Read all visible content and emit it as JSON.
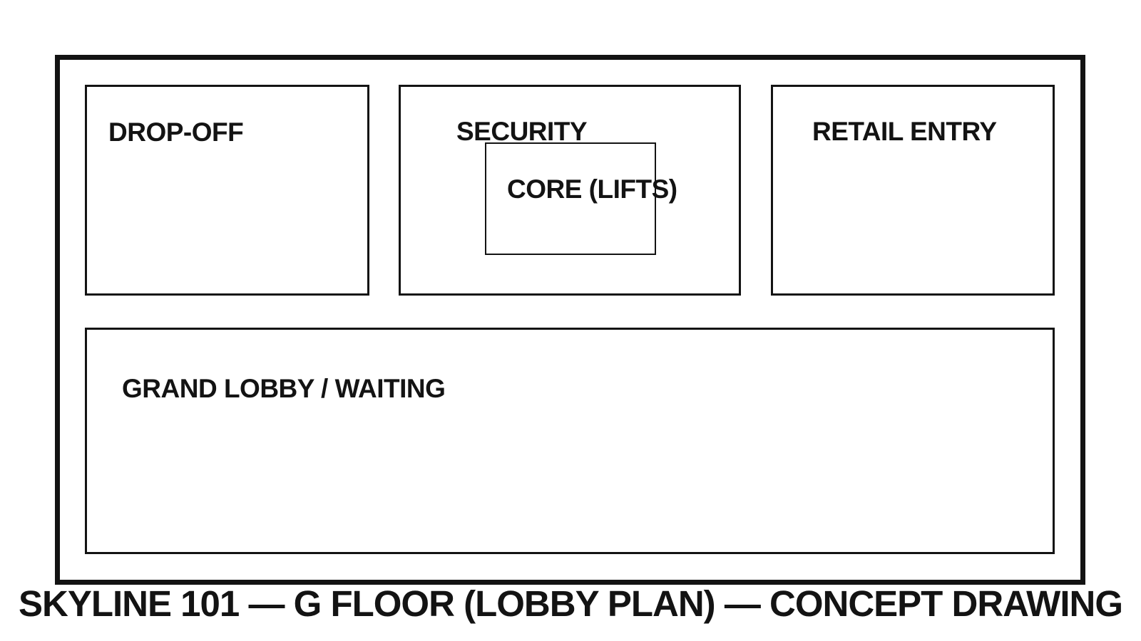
{
  "drawing": {
    "caption": "SKYLINE 101 — G FLOOR (LOBBY PLAN) — CONCEPT DRAWING",
    "rooms": [
      {
        "name": "drop-off",
        "label": "DROP-OFF"
      },
      {
        "name": "security",
        "label": "SECURITY"
      },
      {
        "name": "core-lifts",
        "label": "CORE (LIFTS)"
      },
      {
        "name": "retail-entry",
        "label": "RETAIL ENTRY"
      },
      {
        "name": "grand-lobby",
        "label": "GRAND LOBBY / WAITING"
      }
    ],
    "colors": {
      "ink": "#131313",
      "background": "#ffffff"
    }
  }
}
